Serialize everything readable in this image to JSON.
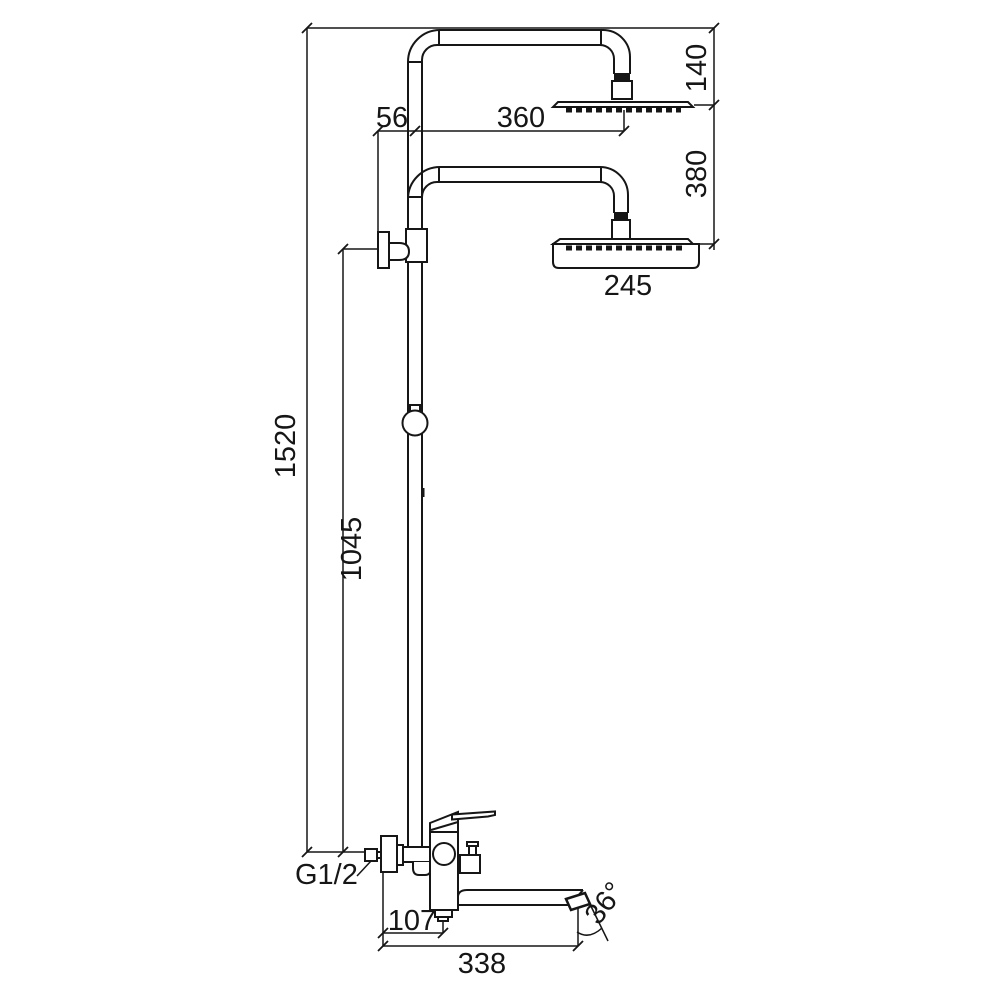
{
  "diagram": {
    "dimensions": {
      "top_bend_drop": "140",
      "wall_to_riser": "56",
      "riser_to_top_head": "360",
      "between_heads": "380",
      "lower_head_width": "245",
      "overall_height": "1520",
      "inlet_to_bracket": "1045",
      "thread_size": "G1/2",
      "wall_to_spout_center": "107",
      "spout_angle": "36°",
      "spout_reach": "338"
    }
  }
}
